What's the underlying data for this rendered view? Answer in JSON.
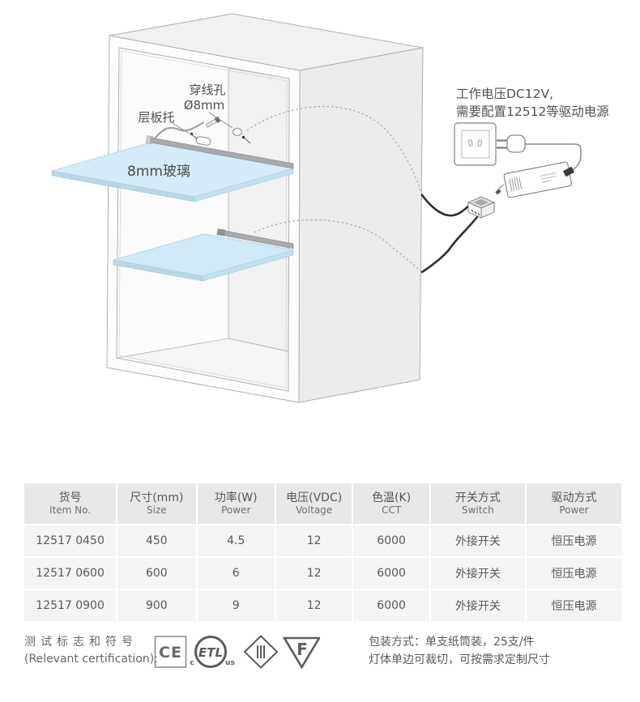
{
  "illustration": {
    "labels": {
      "wire_hole_line1": "穿线孔",
      "wire_hole_line2": "Ø8mm",
      "shelf_support": "层板托",
      "glass": "8mm玻璃"
    },
    "notes": {
      "voltage_line1": "工作电压DC12V,",
      "voltage_line2": "需要配置12512等驱动电源"
    },
    "colors": {
      "glass_blue": "#d4ecf8",
      "glass_edge": "#bcdce8",
      "led_strip_gray": "#a6abad",
      "cabinet_line": "#b0b0b5",
      "cable_black": "#2e2e2e"
    }
  },
  "table": {
    "headers": [
      {
        "zh": "货号",
        "en": "Item No."
      },
      {
        "zh": "尺寸(mm)",
        "en": "Size"
      },
      {
        "zh": "功率(W)",
        "en": "Power"
      },
      {
        "zh": "电压(VDC)",
        "en": "Voltage"
      },
      {
        "zh": "色温(K)",
        "en": "CCT"
      },
      {
        "zh": "开关方式",
        "en": "Switch"
      },
      {
        "zh": "驱动方式",
        "en": "Power"
      }
    ],
    "rows": [
      [
        "12517 0450",
        "450",
        "4.5",
        "12",
        "6000",
        "外接开关",
        "恒压电源"
      ],
      [
        "12517 0600",
        "600",
        "6",
        "12",
        "6000",
        "外接开关",
        "恒压电源"
      ],
      [
        "12517 0900",
        "900",
        "9",
        "12",
        "6000",
        "外接开关",
        "恒压电源"
      ]
    ],
    "colors": {
      "header_bg": "#e8e8e8",
      "row_bg": "#f4f4f4",
      "text": "#58595b"
    }
  },
  "footer": {
    "certification_label_zh": "测试标志和符号",
    "certification_label_en": "(Relevant certification):",
    "certifications": [
      "CE",
      "ETL",
      "Class III",
      "F"
    ],
    "marks": {
      "ce": "CE",
      "etl": "ETL",
      "etl_c": "c",
      "etl_us": "us",
      "f": "F"
    },
    "packaging_line1": "包装方式：单支纸筒装，25支/件",
    "packaging_line2": "灯体单边可裁切，可按需求定制尺寸"
  }
}
